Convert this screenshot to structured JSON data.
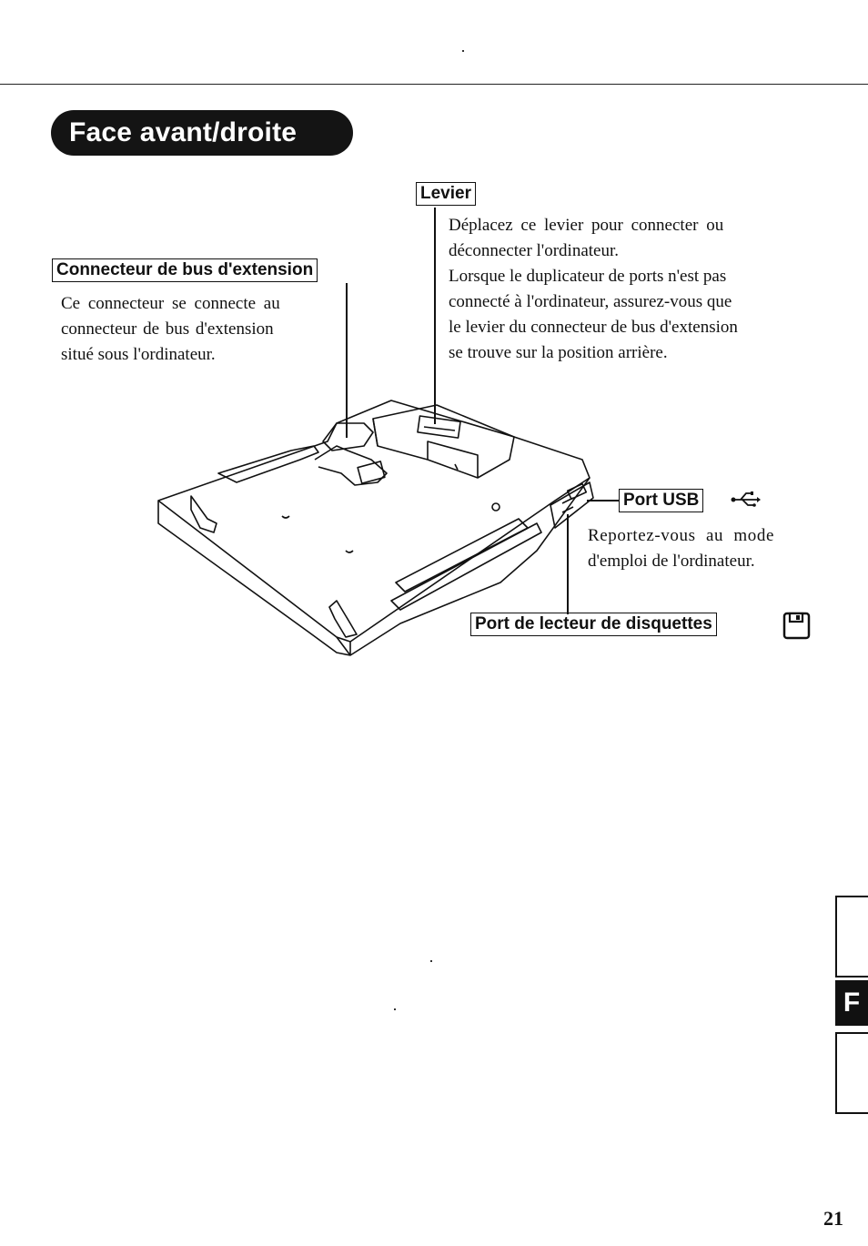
{
  "section_title": "Face avant/droite",
  "labels": {
    "levier": "Levier",
    "connecteur": "Connecteur de bus d'extension",
    "port_usb": "Port USB",
    "port_disquettes": "Port de lecteur de disquettes"
  },
  "descriptions": {
    "levier": [
      "Déplacez ce levier pour connecter ou",
      "déconnecter l'ordinateur.",
      "Lorsque le duplicateur de ports n'est pas",
      "connecté à l'ordinateur, assurez-vous que",
      "le levier du connecteur de bus d'extension",
      "se trouve sur la position arrière."
    ],
    "connecteur": [
      "Ce connecteur se connecte au",
      "connecteur de bus d'extension",
      "situé sous l'ordinateur."
    ],
    "port_usb": [
      "Reportez-vous au mode",
      "d'emploi de l'ordinateur."
    ]
  },
  "icons": {
    "usb": "usb-icon",
    "floppy": "floppy-disk-icon",
    "illustration": "port-replicator-illustration"
  },
  "side_tab": "F",
  "page_number": "21"
}
